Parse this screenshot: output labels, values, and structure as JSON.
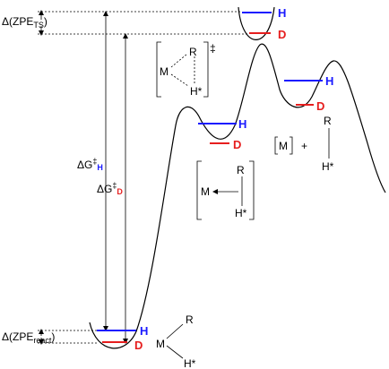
{
  "diagram": {
    "zpe_ts_label": {
      "main": "Δ(ZPE",
      "sub": "TS",
      "close": ")"
    },
    "zpe_react_label": {
      "main": "Δ(ZPE",
      "sub": "react",
      "close": ")"
    },
    "dg_h_label": {
      "main": "ΔG",
      "sup": "‡",
      "sub": "H"
    },
    "dg_d_label": {
      "main": "ΔG",
      "sup": "‡",
      "sub": "D"
    },
    "isotope_h": "H",
    "isotope_d": "D",
    "species": {
      "ts": {
        "metal": "M",
        "r": "R",
        "h": "H*",
        "dagger": "‡"
      },
      "oxidative": {
        "metal": "M",
        "r": "R",
        "h": "H*"
      },
      "sigma": {
        "metal": "M",
        "plus": "+",
        "r": "R",
        "h": "H*"
      },
      "reactant": {
        "metal": "M",
        "r": "R",
        "h": "H*"
      }
    }
  },
  "colors": {
    "h_level": "#1a1aff",
    "d_level": "#e61e1e",
    "line": "#000000"
  }
}
